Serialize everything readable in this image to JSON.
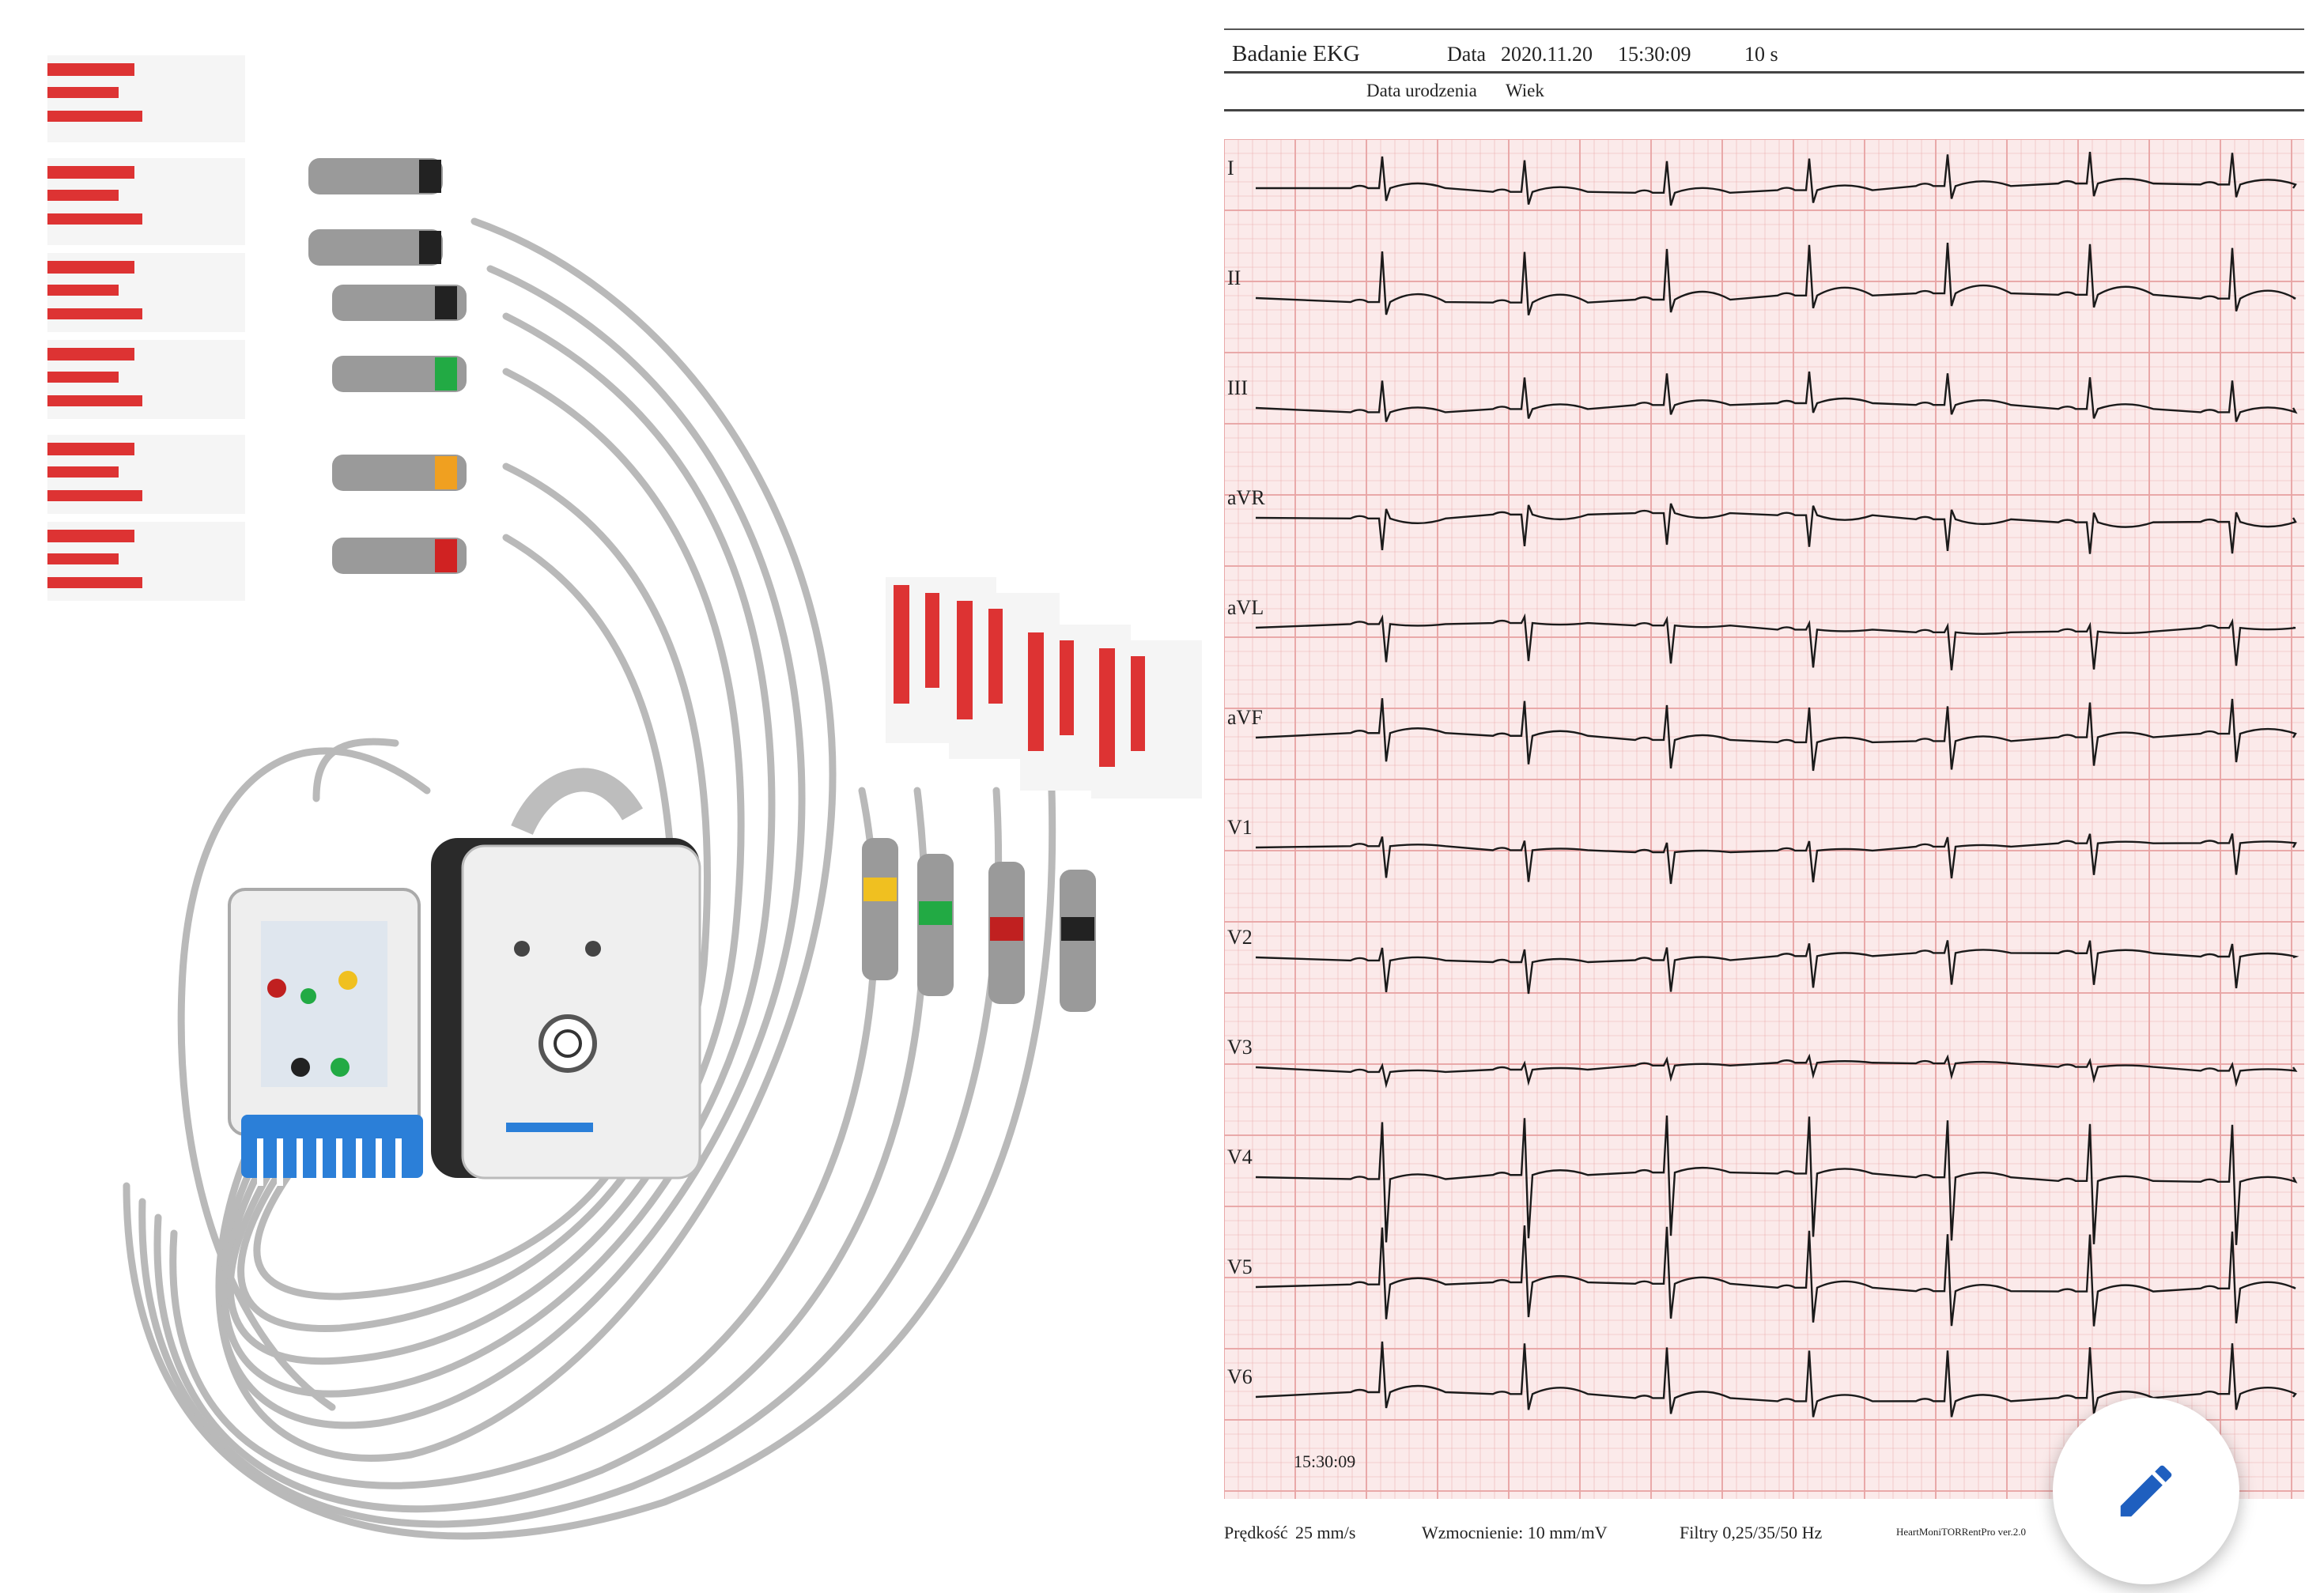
{
  "ecg": {
    "title": "Badanie EKG",
    "date_label": "Data",
    "date_value": "2020.11.20",
    "time_value": "15:30:09",
    "duration": "10 s",
    "birth_label": "Data urodzenia",
    "age_label": "Wiek",
    "leads": [
      "I",
      "II",
      "III",
      "aVR",
      "aVL",
      "aVF",
      "V1",
      "V2",
      "V3",
      "V4",
      "V5",
      "V6"
    ],
    "start_time": "15:30:09",
    "footer": {
      "speed_label": "Prędkość",
      "speed_value": "25 mm/s",
      "gain": "Wzmocnienie: 10 mm/mV",
      "filter": "Filtry 0,25/35/50 Hz",
      "software": "HeartMoniTORRentPro ver.2.0"
    },
    "grid_color": "#e8a3a3",
    "paper_color": "#fbeaea",
    "trace_color": "#1a1a1a"
  },
  "icons": {
    "edit": "pencil-icon"
  },
  "colors": {
    "fab_icon": "#1f5fbf",
    "device_cable": "#b9b9b9",
    "connector_blue": "#2b7fd8"
  }
}
